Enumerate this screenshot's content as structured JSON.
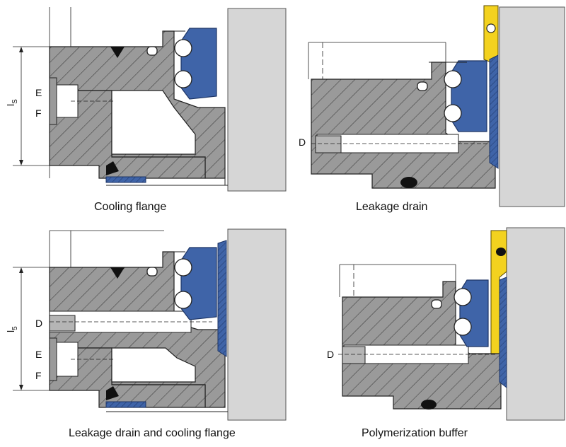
{
  "panels": [
    {
      "caption": "Cooling flange",
      "dim_label": "l",
      "dim_sub": "S",
      "labels": [
        "E",
        "F"
      ]
    },
    {
      "caption": "Leakage drain",
      "labels": [
        "D"
      ]
    },
    {
      "caption": "Leakage drain and cooling flange",
      "dim_label": "l",
      "dim_sub": "5",
      "labels": [
        "D",
        "E",
        "F"
      ]
    },
    {
      "caption": "Polymerization buffer",
      "labels": [
        "D"
      ]
    }
  ],
  "colors": {
    "body": "#9a9a9a",
    "wall": "#d6d6d6",
    "seal": "#3f64a8",
    "buffer": "#f3d21f",
    "hole": "#ffffff",
    "ring": "#1a1a1a"
  }
}
